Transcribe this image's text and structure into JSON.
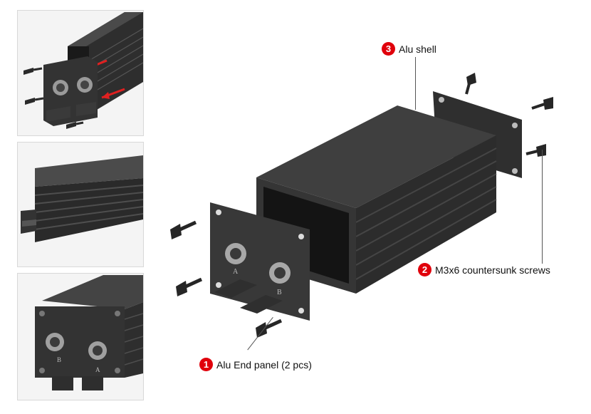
{
  "callouts": [
    {
      "number": "3",
      "label": "Alu shell"
    },
    {
      "number": "2",
      "label": "M3x6 countersunk screws"
    },
    {
      "number": "1",
      "label": "Alu End panel (2 pcs)"
    }
  ],
  "connector_labels": {
    "a": "A",
    "b": "B"
  },
  "colors": {
    "badge": "#e0000b",
    "metal_dark": "#2b2b2b",
    "metal_mid": "#3d3d3d",
    "metal_light": "#555555",
    "arrow": "#e02020"
  },
  "icons": [
    "screw-icon",
    "connector-icon",
    "arrow-icon"
  ]
}
